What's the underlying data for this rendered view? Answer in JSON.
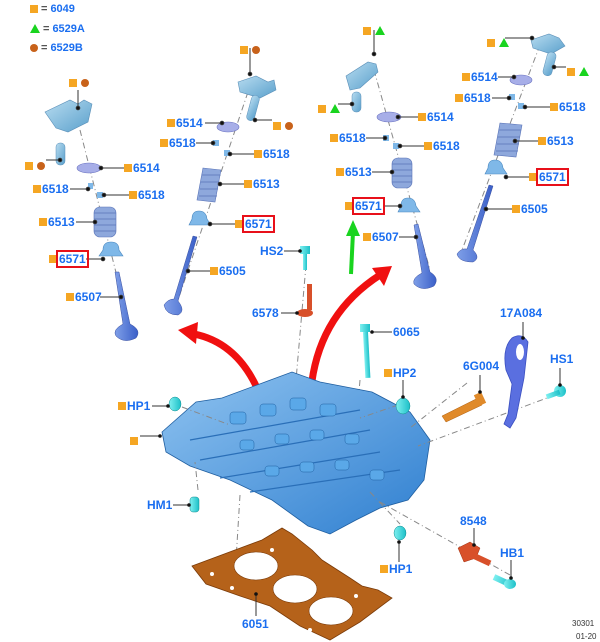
{
  "legend": [
    {
      "symbol": "square",
      "color": "#f5a623",
      "equals": "=",
      "part": "6049"
    },
    {
      "symbol": "triangle",
      "color": "#19d41f",
      "equals": "=",
      "part": "6529A"
    },
    {
      "symbol": "circle",
      "color": "#c8621a",
      "equals": "=",
      "part": "6529B"
    }
  ],
  "colors": {
    "label_blue": "#1a6ef0",
    "marker_square": "#f5a623",
    "marker_triangle": "#19d41f",
    "marker_circle": "#c8621a",
    "highlight_box": "#e8101a",
    "arrow_red": "#f01010",
    "arrow_green": "#19d41f",
    "head_blue": "#3a8fd8",
    "gasket_brown": "#b5621a"
  },
  "valve_set_1": {
    "p6514": "6514",
    "p6518a": "6518",
    "p6518b": "6518",
    "p6513": "6513",
    "p6571": "6571",
    "p6507": "6507"
  },
  "valve_set_2": {
    "p6514": "6514",
    "p6518a": "6518",
    "p6518b": "6518",
    "p6513": "6513",
    "p6571": "6571",
    "p6505": "6505"
  },
  "valve_set_3": {
    "p6514": "6514",
    "p6518a": "6518",
    "p6518b": "6518",
    "p6513": "6513",
    "p6571": "6571",
    "p6507": "6507"
  },
  "valve_set_4": {
    "p6514": "6514",
    "p6518a": "6518",
    "p6518b": "6518",
    "p6513": "6513",
    "p6571": "6571",
    "p6505": "6505"
  },
  "parts": {
    "hs2": "HS2",
    "p6578": "6578",
    "p6065": "6065",
    "p17a084": "17A084",
    "hs1": "HS1",
    "p6g004": "6G004",
    "hp2": "HP2",
    "hp1_left": "HP1",
    "hm1": "HM1",
    "p8548": "8548",
    "hb1": "HB1",
    "hp1_bottom": "HP1",
    "p6051": "6051"
  },
  "footer": {
    "code_line1": "30301",
    "code_line2": "01-20"
  }
}
